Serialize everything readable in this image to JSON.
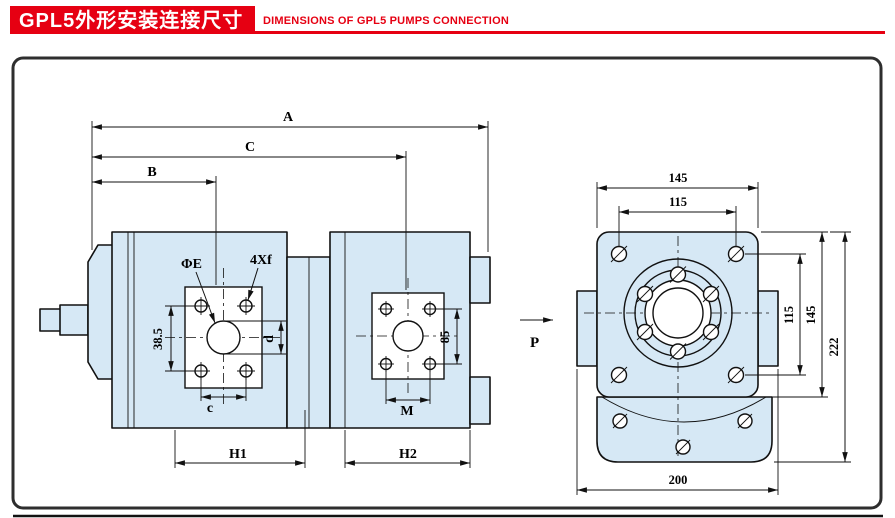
{
  "header": {
    "title_cn": "GPL5外形安装连接尺寸",
    "title_en": "DIMENSIONS OF GPL5 PUMPS CONNECTION",
    "accent_color": "#e60012"
  },
  "drawing": {
    "part_fill_color": "#d6e8f5",
    "line_color": "#111111",
    "side_view": {
      "A": "A",
      "C": "C",
      "B": "B",
      "phiE": "ΦE",
      "xf": "4Xf",
      "n385": "38.5",
      "d": "d",
      "n85": "85",
      "c": "c",
      "M": "M",
      "H1": "H1",
      "H2": "H2",
      "P": "P"
    },
    "front_view": {
      "w145": "145",
      "w115": "115",
      "h115": "115",
      "h145": "145",
      "h222": "222",
      "w200": "200"
    }
  }
}
